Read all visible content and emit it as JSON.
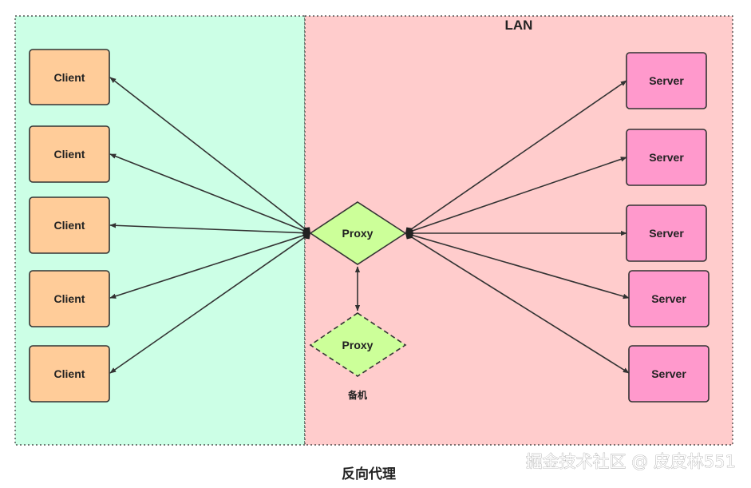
{
  "colors": {
    "client_zone": "#ccffe6",
    "lan_zone": "#ffcccc",
    "client_fill": "#ffcc99",
    "server_fill": "#ff99cc",
    "proxy_fill": "#ccff99",
    "stroke": "#333333"
  },
  "lan": {
    "label": "LAN"
  },
  "clients": [
    "Client",
    "Client",
    "Client",
    "Client",
    "Client"
  ],
  "servers": [
    "Server",
    "Server",
    "Server",
    "Server",
    "Server"
  ],
  "proxy": {
    "label": "Proxy"
  },
  "backup_proxy": {
    "label": "Proxy",
    "caption": "备机"
  },
  "caption": "反向代理",
  "watermark": "掘金技术社区 @ 皮皮林551"
}
